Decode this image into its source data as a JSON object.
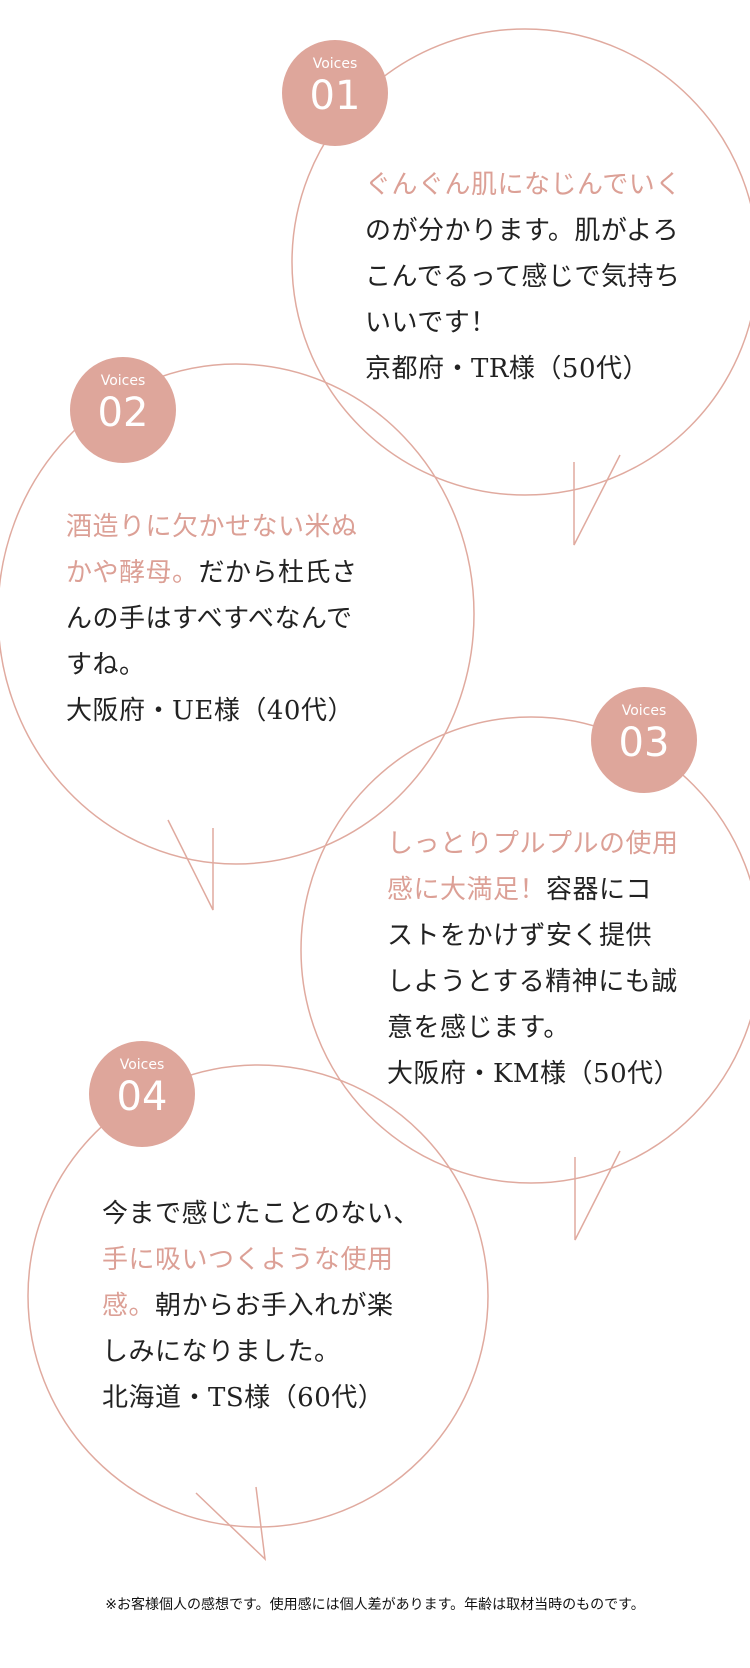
{
  "colors": {
    "accent": "#dea69b",
    "stroke": "#e0aa9f",
    "text": "#222222"
  },
  "voices": [
    {
      "label": "Voices",
      "number": "01",
      "lines": [
        [
          {
            "text": "ぐんぐん肌になじんでいく",
            "pink": true
          }
        ],
        [
          {
            "text": "のが分かります。肌がよろ",
            "pink": false
          }
        ],
        [
          {
            "text": "こんでるって感じで気持ち",
            "pink": false
          }
        ],
        [
          {
            "text": "いいです！",
            "pink": false
          }
        ]
      ],
      "author": "京都府・TR様（50代）"
    },
    {
      "label": "Voices",
      "number": "02",
      "lines": [
        [
          {
            "text": "酒造りに欠かせない米ぬ",
            "pink": true
          }
        ],
        [
          {
            "text": "かや酵母。",
            "pink": true
          },
          {
            "text": "だから杜氏さ",
            "pink": false
          }
        ],
        [
          {
            "text": "んの手はすべすべなんで",
            "pink": false
          }
        ],
        [
          {
            "text": "すね。",
            "pink": false
          }
        ]
      ],
      "author": "大阪府・UE様（40代）"
    },
    {
      "label": "Voices",
      "number": "03",
      "lines": [
        [
          {
            "text": "しっとりプルプルの使用",
            "pink": true
          }
        ],
        [
          {
            "text": "感に大満足！",
            "pink": true
          },
          {
            "text": "容器にコ",
            "pink": false
          }
        ],
        [
          {
            "text": "ストをかけず安く提供",
            "pink": false
          }
        ],
        [
          {
            "text": "しようとする精神にも誠",
            "pink": false
          }
        ],
        [
          {
            "text": "意を感じます。",
            "pink": false
          }
        ]
      ],
      "author": "大阪府・KM様（50代）"
    },
    {
      "label": "Voices",
      "number": "04",
      "lines": [
        [
          {
            "text": "今まで感じたことのない、",
            "pink": false
          }
        ],
        [
          {
            "text": "手に吸いつくような使用",
            "pink": true
          }
        ],
        [
          {
            "text": "感。",
            "pink": true
          },
          {
            "text": "朝からお手入れが楽",
            "pink": false
          }
        ],
        [
          {
            "text": "しみになりました。",
            "pink": false
          }
        ]
      ],
      "author": "北海道・TS様（60代）"
    }
  ],
  "footnote": "※お客様個人の感想です。使用感には個人差があります。年齢は取材当時のものです。"
}
